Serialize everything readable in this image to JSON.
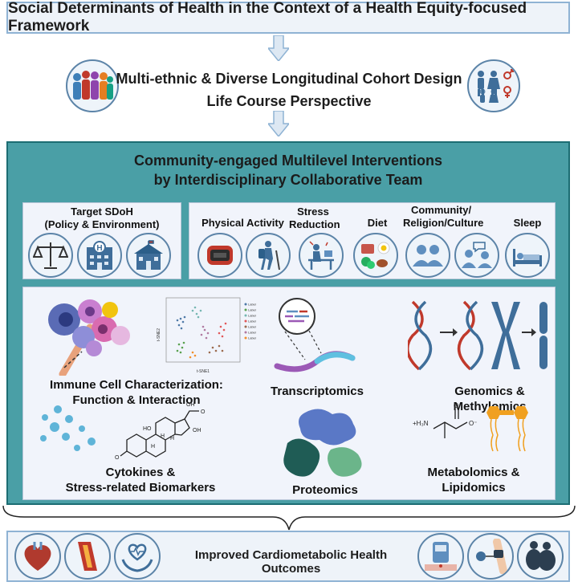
{
  "header": {
    "title": "Social Determinants of Health in the Context of a Health Equity-focused Framework"
  },
  "cohort": {
    "line1": "Multi-ethnic & Diverse Longitudinal Cohort Design",
    "line2": "Life Course Perspective"
  },
  "interventions": {
    "title_line1": "Community-engaged Multilevel Interventions",
    "title_line2": "by Interdisciplinary Collaborative Team",
    "sdoh": {
      "label_line1": "Target SDoH",
      "label_line2": "(Policy & Environment)",
      "icons": [
        "scales-icon",
        "hospital-icon",
        "school-icon"
      ]
    },
    "lifestyle": [
      {
        "label": "Physical Activity",
        "icon": "fitness-tracker-icon"
      },
      {
        "label": "Stress Reduction",
        "icon": "desk-worker-icon"
      },
      {
        "label": "Diet",
        "icon": "food-icon"
      },
      {
        "label": "Community/ Religion/Culture",
        "icon": "community-icon"
      },
      {
        "label": "Sleep",
        "icon": "bed-icon"
      }
    ]
  },
  "omics": {
    "immune": {
      "line1": "Immune Cell Characterization:",
      "line2": "Function & Interaction"
    },
    "tsne": {
      "xlabel": "t-SNE1",
      "ylabel": "t-SNE2",
      "legend_entry": "Label"
    },
    "transcriptomics": "Transcriptomics",
    "genomics": {
      "line1": "Genomics &",
      "line2": "Methylomics"
    },
    "cytokines": {
      "line1": "Cytokines &",
      "line2": "Stress-related Biomarkers"
    },
    "proteomics": "Proteomics",
    "metabolomics": {
      "line1": "Metabolomics &",
      "line2": "Lipidomics"
    },
    "molecule": {
      "amine": "+H₃N",
      "oxygen": "O",
      "carboxylate": "O⁻"
    },
    "steroid": {
      "ho1": "HO",
      "oh1": "OH",
      "oh2": "OH",
      "o1": "O",
      "o2": "O",
      "h1": "H",
      "h2": "H",
      "h3": "H"
    }
  },
  "outcome": {
    "label": "Improved Cardiometabolic Health Outcomes"
  },
  "colors": {
    "teal": "#4a9fa6",
    "panel": "#f1f4fb",
    "icon_blue": "#3f6e9a"
  }
}
